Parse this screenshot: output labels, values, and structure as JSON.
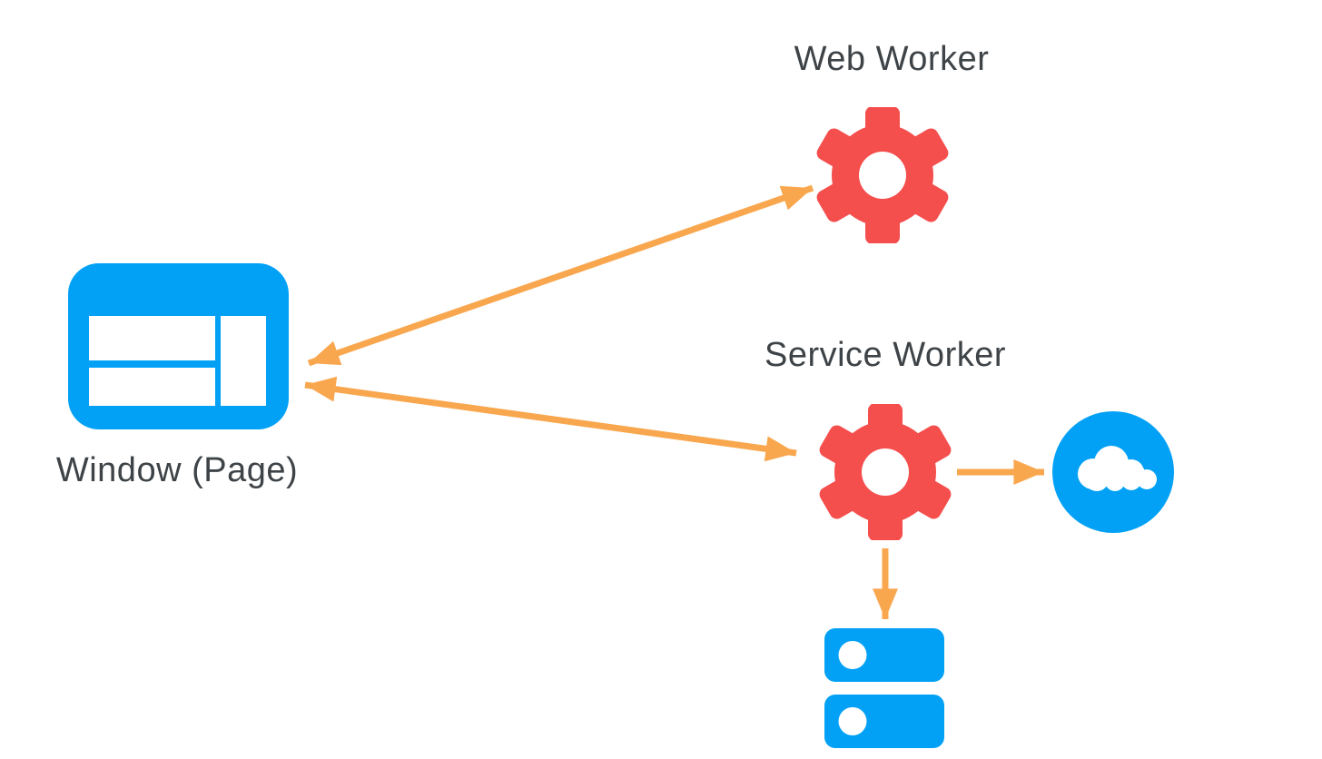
{
  "diagram": {
    "labels": {
      "window": "Window (Page)",
      "web_worker": "Web Worker",
      "service_worker": "Service Worker"
    },
    "nodes": [
      {
        "id": "window",
        "label": "Window (Page)",
        "icon": "browser-window-icon"
      },
      {
        "id": "web-worker",
        "label": "Web Worker",
        "icon": "gear-icon"
      },
      {
        "id": "service-worker",
        "label": "Service Worker",
        "icon": "gear-icon"
      },
      {
        "id": "network-cloud",
        "label": "",
        "icon": "cloud-icon"
      },
      {
        "id": "storage",
        "label": "",
        "icon": "database-icon"
      }
    ],
    "edges": [
      {
        "from": "window",
        "to": "web-worker",
        "direction": "bidirectional"
      },
      {
        "from": "window",
        "to": "service-worker",
        "direction": "bidirectional"
      },
      {
        "from": "service-worker",
        "to": "network-cloud",
        "direction": "one-way"
      },
      {
        "from": "service-worker",
        "to": "storage",
        "direction": "one-way"
      }
    ],
    "colors": {
      "blue": "#03A1F5",
      "red": "#F44E4D",
      "orange": "#F9A74F",
      "text": "#3E4347",
      "background": "#FFFFFF"
    }
  }
}
